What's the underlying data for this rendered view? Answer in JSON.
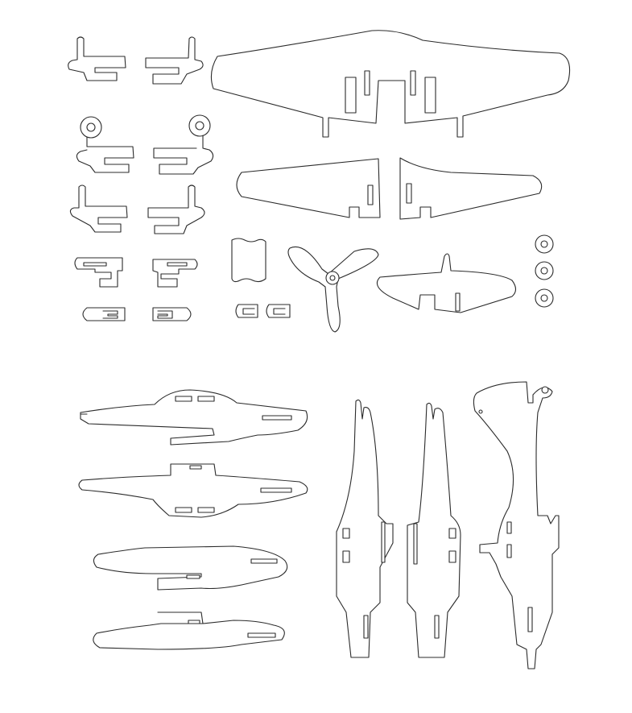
{
  "sheet": {
    "stroke_color": "#2b2b2b",
    "background_color": "#ffffff",
    "parts": [
      "main-wing",
      "left-wing-panel",
      "right-wing-panel",
      "tail-fin-left",
      "tail-fin-right",
      "landing-gear-wheel-left",
      "landing-gear-wheel-right",
      "gear-leg-left",
      "gear-leg-right",
      "strut-left",
      "strut-right",
      "small-clip-left",
      "small-clip-right",
      "cockpit-canopy",
      "propeller",
      "horizontal-stabilizer",
      "wheel-top",
      "wheel-middle",
      "wheel-bottom",
      "clip-c-left",
      "clip-c-right",
      "fuselage-side-1",
      "fuselage-side-2",
      "fuselage-side-3",
      "fuselage-side-4",
      "fuselage-top-1",
      "fuselage-top-2",
      "fuselage-top-3"
    ]
  }
}
